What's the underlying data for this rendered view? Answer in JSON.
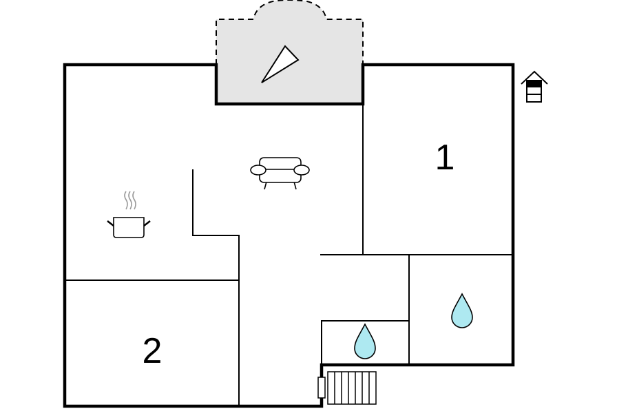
{
  "floorplan": {
    "rooms": [
      {
        "id": "bedroom-1",
        "label": "1"
      },
      {
        "id": "bedroom-2",
        "label": "2"
      }
    ],
    "icons": [
      {
        "name": "compass-icon",
        "meaning": "north-arrow"
      },
      {
        "name": "sofa-icon",
        "meaning": "living-room"
      },
      {
        "name": "cooking-pot-icon",
        "meaning": "kitchen"
      },
      {
        "name": "water-drop-icon",
        "meaning": "bathroom"
      },
      {
        "name": "water-drop-icon",
        "meaning": "toilet"
      },
      {
        "name": "house-entrance-icon",
        "meaning": "level-indicator"
      },
      {
        "name": "stairs-icon",
        "meaning": "entrance-steps"
      }
    ],
    "colors": {
      "wall": "#000000",
      "terrace_fill": "#e5e5e5",
      "water": "#aee9f1",
      "background": "#ffffff"
    }
  }
}
